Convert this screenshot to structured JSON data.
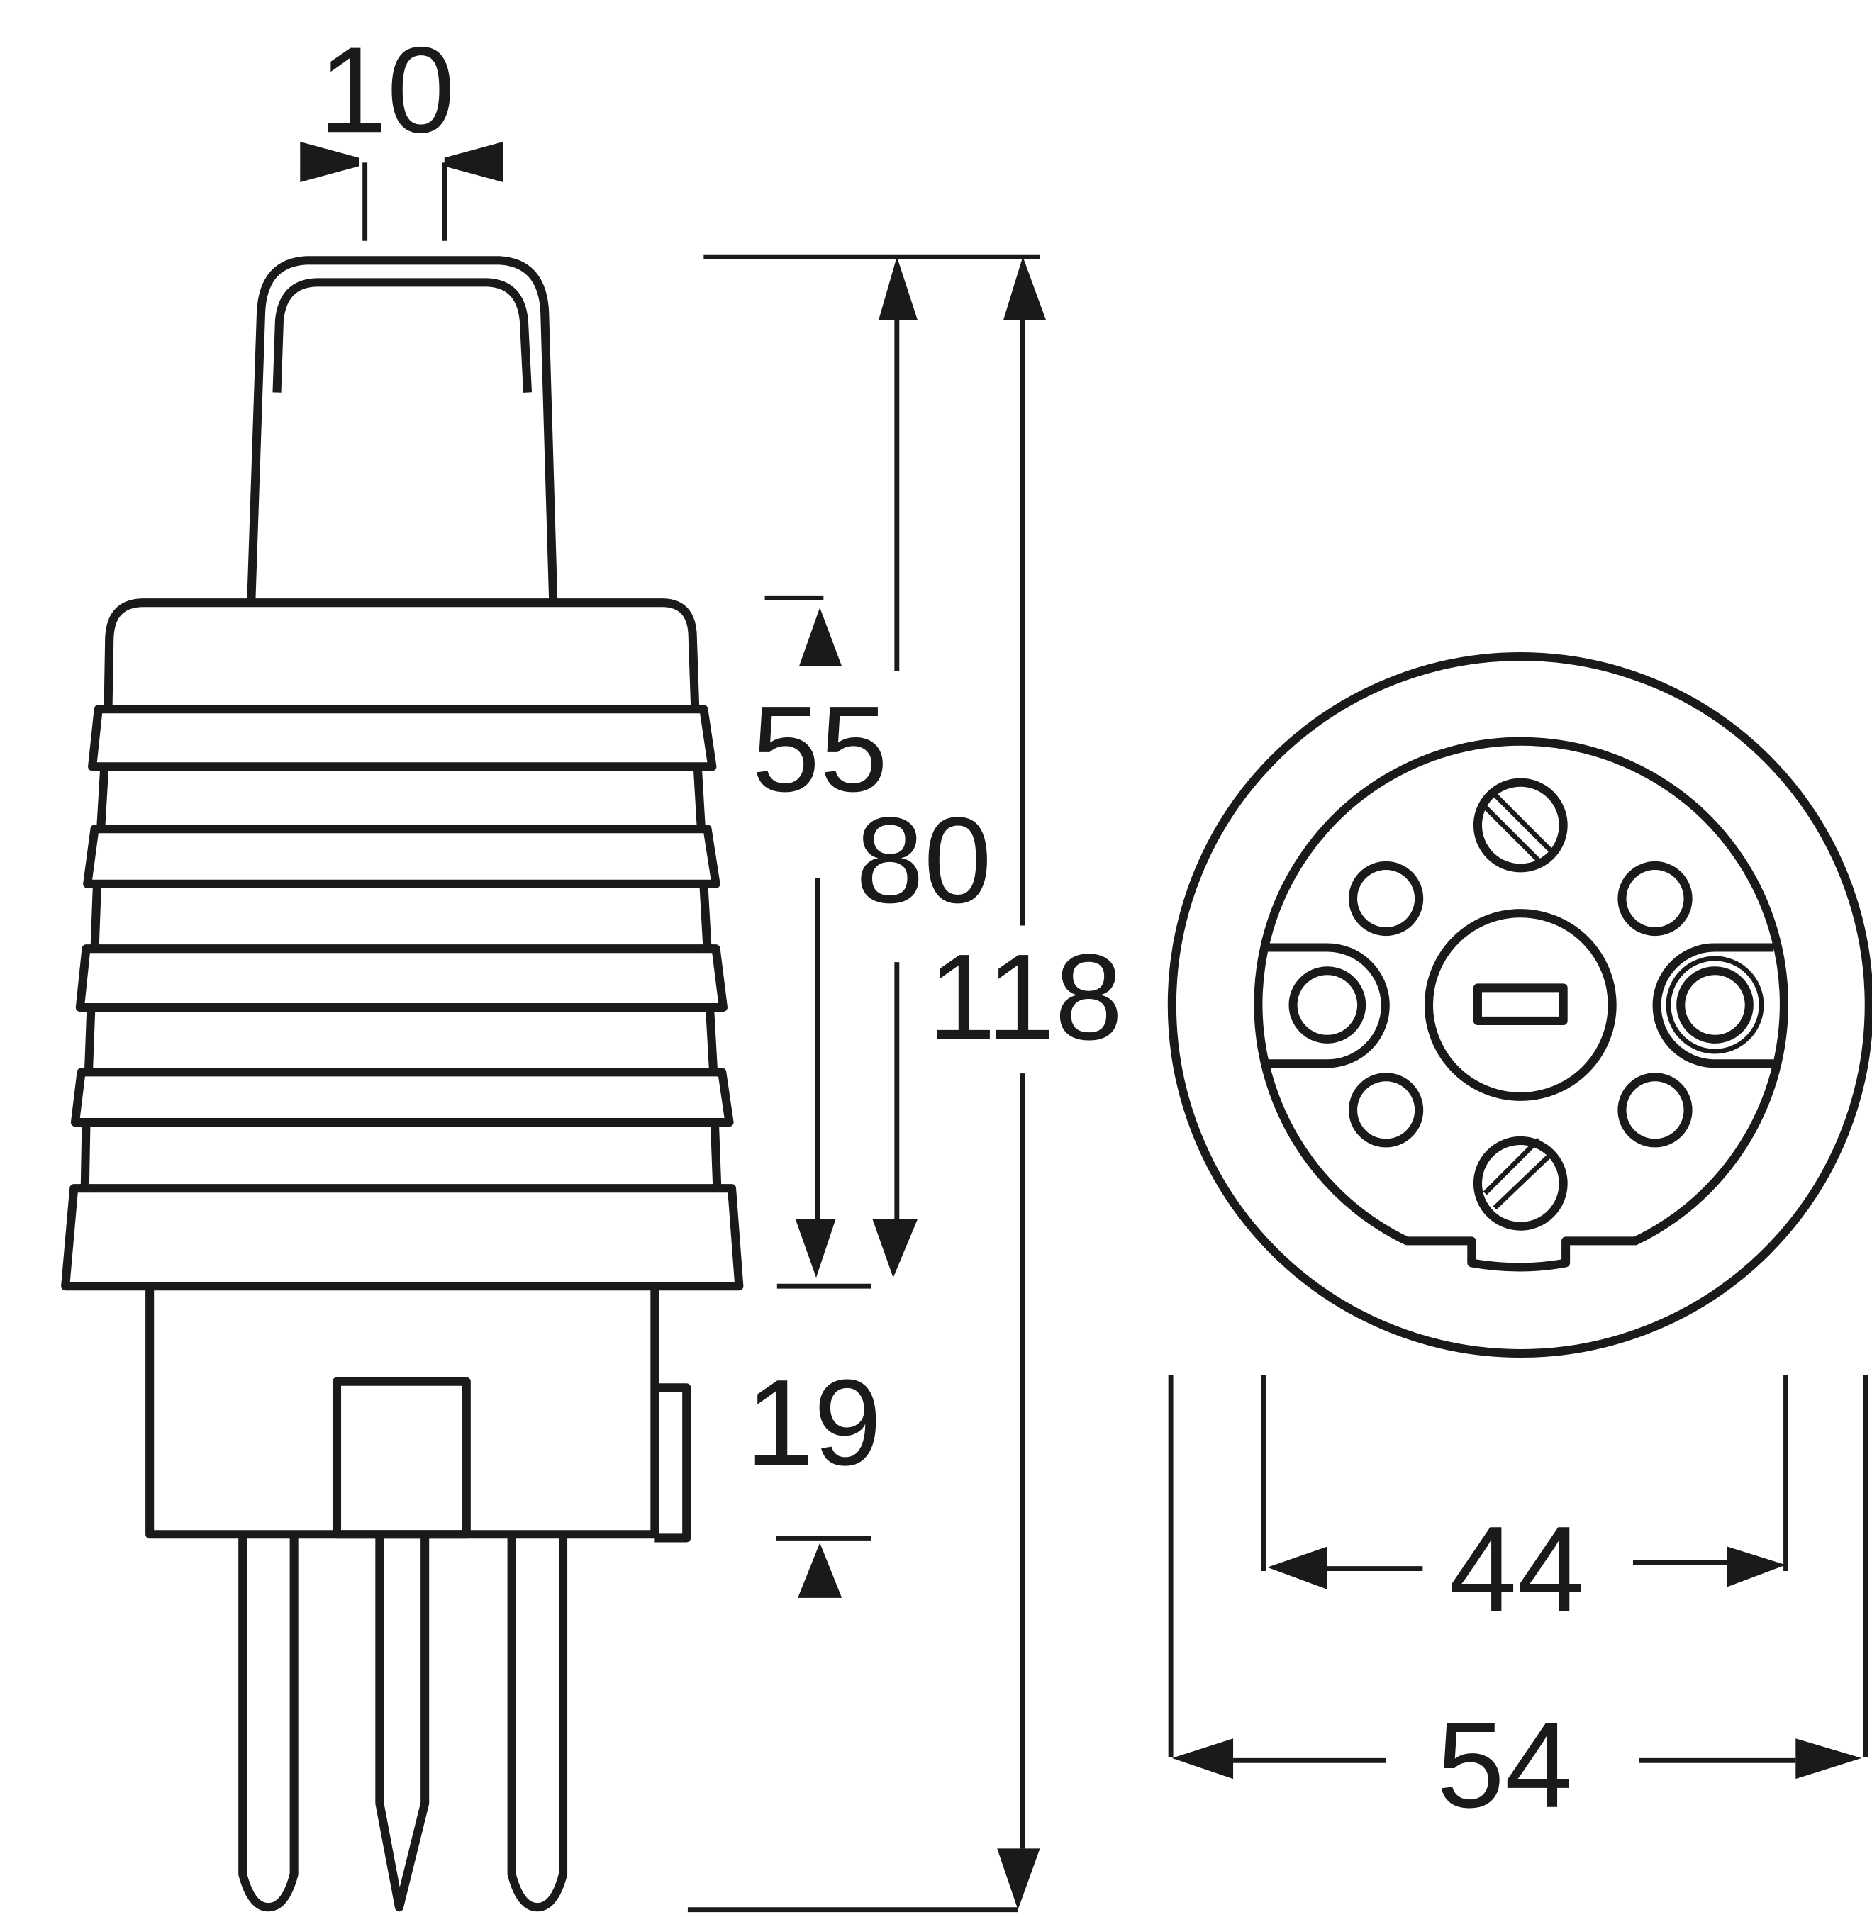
{
  "dimensions": {
    "top_width": "10",
    "upper_height": "55",
    "body_height": "80",
    "total_height": "118",
    "base_height": "19",
    "inner_diameter": "44",
    "outer_diameter": "54"
  },
  "colors": {
    "line": "#1a1a1a",
    "background": "#ffffff"
  }
}
